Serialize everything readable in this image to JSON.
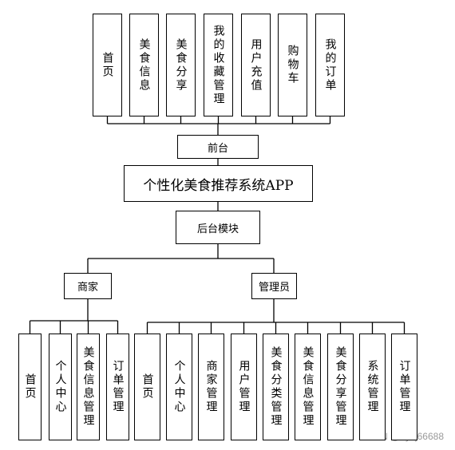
{
  "frontend_modules": [
    "首页",
    "美食信息",
    "美食分享",
    "我的收藏管理",
    "用户充值",
    "购物车",
    "我的订单"
  ],
  "frontend_label": "前台",
  "system_title": "个性化美食推荐系统APP",
  "backend_label": "后台模块",
  "merchant_label": "商家",
  "admin_label": "管理员",
  "merchant_modules": [
    "首页",
    "个人中心",
    "美食信息管理",
    "订单管理"
  ],
  "admin_modules": [
    "首页",
    "个人中心",
    "商家管理",
    "用户管理",
    "美食分类管理",
    "美食信息管理",
    "美食分享管理",
    "系统管理",
    "订单管理"
  ],
  "watermark": "CSDN @bysj66688"
}
